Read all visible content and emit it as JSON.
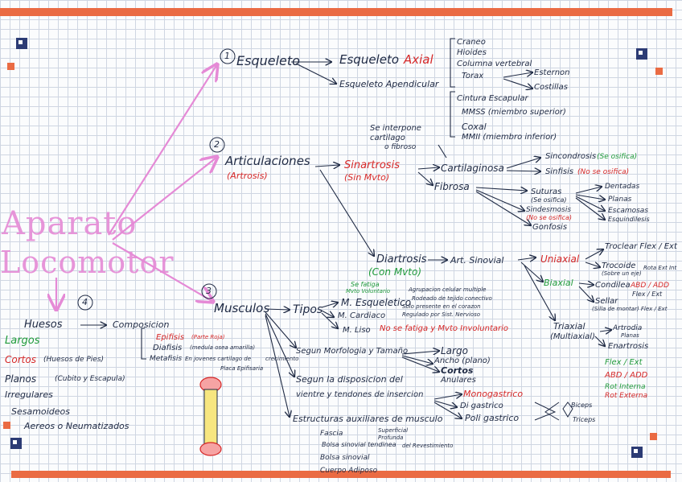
{
  "main": {
    "title_line1": "Aparato",
    "title_line2": "Locomotor",
    "n1": "1",
    "n2": "2",
    "n3": "3",
    "n4": "4",
    "esqueleto": "Esqueleto",
    "axial_a": "Esqueleto",
    "axial_b": "Axial",
    "apendicular": "Esqueleto Apendicular",
    "axial_items": [
      "Craneo",
      "Hioides",
      "Columna vertebral",
      "Torax"
    ],
    "torax_items": [
      "Esternon",
      "Costillas"
    ],
    "apend_items": [
      "Cintura Escapular",
      "MMSS (miembro superior)",
      "Coxal",
      "MMII (miembro inferior)"
    ],
    "articulaciones": "Articulaciones",
    "artrosis": "(Artrosis)",
    "interpone_1": "Se interpone",
    "interpone_2": "cartilago",
    "interpone_3": "o fibroso",
    "sinartrosis": "Sinartrosis",
    "sin_mvto": "(Sin Mvto)",
    "cartilaginosa": "Cartilaginosa",
    "fibrosa": "Fibrosa",
    "sincondrosis": "Sincondrosis",
    "sincondrosis_note": "(Se osifica)",
    "sinfisis": "Sinfisis",
    "sinfisis_note": "(No se osifica)",
    "suturas": "Suturas",
    "suturas_note": "(Se osifica)",
    "sindesmosis": "Sindesmosis",
    "sindesmosis_note": "(No se osifica)",
    "gonfosis": "Gonfosis",
    "suturas_items": [
      "Dentadas",
      "Planas",
      "Escamosas",
      "Esquindilesis"
    ],
    "diartrosis": "Diartrosis",
    "con_mvto": "(Con Mvto)",
    "art_sinovial": "Art. Sinovial",
    "uniaxial": "Uniaxial",
    "biaxial": "Biaxial",
    "triaxial": "Triaxial",
    "multiaxial": "(Multiaxial)",
    "troclear": "Troclear Flex / Ext",
    "trocoide": "Trocoide",
    "trocoide_note": "(Sobre un eje)",
    "rotacion": "Rota Ext Int",
    "condilea": "Condilea",
    "condilea_r": "ABD / ADD",
    "condilea_k": "Flex / Ext",
    "sellar": "Sellar",
    "sellar_note": "(Silla de montar) Flex / Ext",
    "artrodia": "Artrodia",
    "artrodia_note": "Planas",
    "enartrosis": "Enartrosis",
    "mov_list": [
      "Flex / Ext",
      "ABD / ADD",
      "Rot Interna",
      "Rot Externa"
    ],
    "musculos": "Musculos",
    "tipos": "Tipos",
    "esqueletico": "M. Esqueletico",
    "m_cardiaco": "M. Cardiaco",
    "m_liso": "M. Liso",
    "se_fatiga": "Se fatiga",
    "mvto_voluntario": "Mvto Voluntario",
    "agrupacion": "Agrupacion celular multiple",
    "rodeado": "Rodeado de tejido conectivo",
    "cardiaco_1": "Solo presente en el corazon",
    "cardiaco_2": "Regulado por Sist. Nervioso",
    "no_fatiga": "No se fatiga y Mvto Involuntario",
    "segun_morfologia": "Segun Morfologia y Tamaño",
    "largo": "Largo",
    "ancho": "Ancho (plano)",
    "cortos": "Cortos",
    "anulares": "Anulares",
    "segun_disposicion_1": "Segun la disposicion del",
    "segun_disposicion_2": "vientre y tendones de insercion",
    "monogastrico": "Monogastrico",
    "digastrico": "Di gastrico",
    "poligastrico": "Poli gastrico",
    "biceps": "Biceps",
    "triceps": "Triceps",
    "estructuras": "Estructuras auxiliares de musculo",
    "aux_items": [
      "Fascia",
      "Bolsa sinovial tendinea",
      "Bolsa sinovial",
      "Cuerpo Adiposo"
    ],
    "fascia_1": "Superficial",
    "fascia_2": "Profunda",
    "bolsa_note": "del Revestimiento",
    "huesos": "Huesos",
    "composicion": "Composicion",
    "epifisis": "Epifisis",
    "epifisis_note": "(Parte Roja)",
    "diafisis": "Diafisis",
    "diafisis_note": "(medula osea amarilla)",
    "metafisis": "Metafisis",
    "metafisis_note": "En jovenes cartilago de",
    "metafisis_note2": "crecimiento",
    "metafisis_note3": "Placa Epifisaria",
    "bones": [
      "Largos",
      "Cortos",
      "Planos",
      "Irregulares",
      "Sesamoideos",
      "Aereos o Neumatizados"
    ],
    "cortos_note": "(Huesos de Pies)",
    "planos_note": "(Cubito y Escapula)"
  },
  "colors": {
    "ink": "#1f2a44",
    "red": "#d62828",
    "green": "#1f9a3a",
    "pink": "#e58ad6",
    "band": "#ea6b43",
    "grid": "#cfd6e2"
  }
}
